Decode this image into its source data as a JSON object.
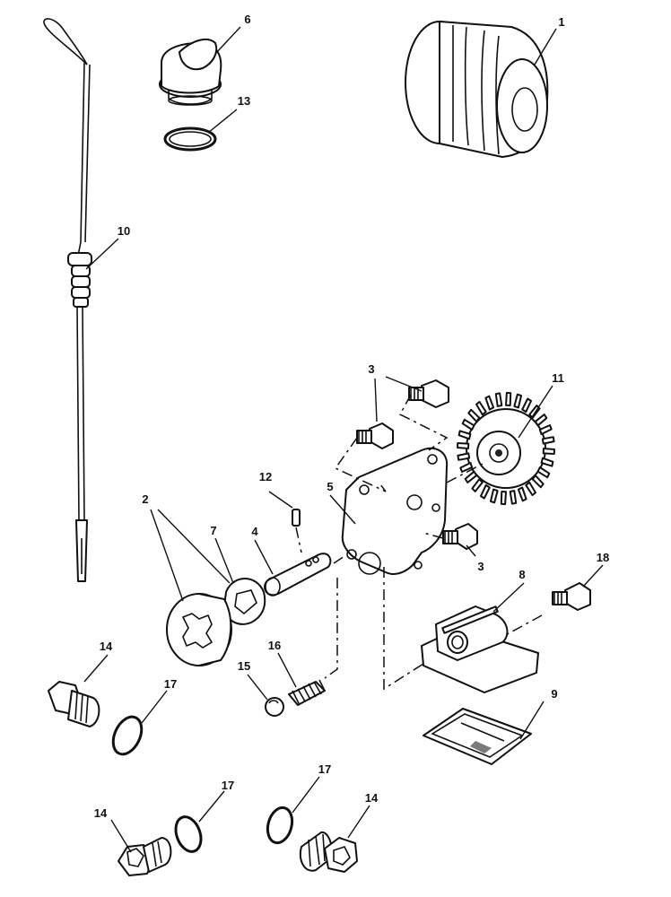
{
  "callouts": {
    "c1": "1",
    "c2": "2",
    "c3a": "3",
    "c3b": "3",
    "c4": "4",
    "c5": "5",
    "c6": "6",
    "c7": "7",
    "c8": "8",
    "c9": "9",
    "c10": "10",
    "c11": "11",
    "c12": "12",
    "c13": "13",
    "c14a": "14",
    "c14b": "14",
    "c14c": "14",
    "c15": "15",
    "c16": "16",
    "c17a": "17",
    "c17b": "17",
    "c17c": "17",
    "c18": "18"
  }
}
